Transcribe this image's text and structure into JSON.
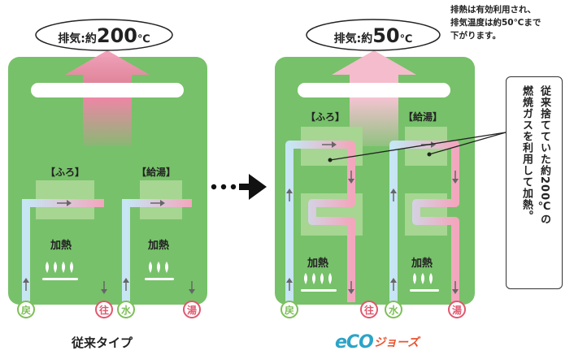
{
  "left_panel": {
    "exhaust_label": "排気:約",
    "exhaust_value": "200",
    "exhaust_unit": "℃",
    "bath_label": "【ふろ】",
    "hotwater_label": "【給湯】",
    "heat_label_1": "加熱",
    "heat_label_2": "加熱",
    "return_badge": "戻",
    "go_badge": "往",
    "water_badge": "水",
    "hot_badge": "湯",
    "caption": "従来タイプ"
  },
  "right_panel": {
    "exhaust_label": "排気:約",
    "exhaust_value": "50",
    "exhaust_unit": "℃",
    "bath_label": "【ふろ】",
    "hotwater_label": "【給湯】",
    "heat_label_1": "加熱",
    "heat_label_2": "加熱",
    "return_badge": "戻",
    "go_badge": "往",
    "water_badge": "水",
    "hot_badge": "湯",
    "logo_text": "eCOジョーズ"
  },
  "note": {
    "line1": "排熱は有効利用され、",
    "line2": "排気温度は約50℃まで",
    "line3": "下がります。"
  },
  "callout": {
    "col1": "従来捨てていた約200℃の",
    "col2": "燃焼ガスを利用して加熱。"
  },
  "colors": {
    "panel_green": "#77c16a",
    "heat_box": "#a6d691",
    "pink": "#ec8aa6",
    "light_blue": "#c6e6f4",
    "badge_green": "#7dbf56",
    "badge_red": "#e0576e",
    "arrow_black": "#111111"
  }
}
